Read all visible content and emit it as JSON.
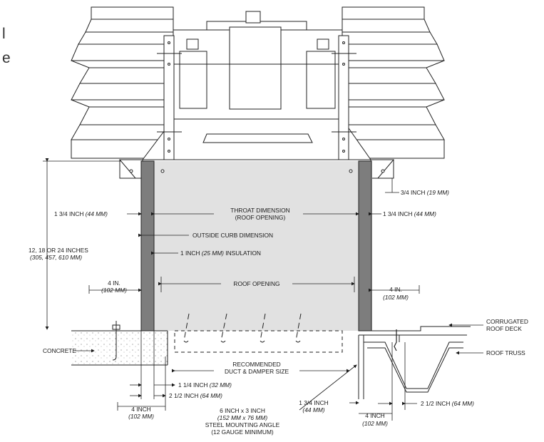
{
  "edge_text": [
    "l",
    "e"
  ],
  "labels": {
    "throat_a": "THROAT DIMENSION",
    "throat_b": "(ROOF OPENING)",
    "outside_curb": "OUTSIDE CURB DIMENSION",
    "insulation_a": "1 INCH ",
    "insulation_b": "(25 MM)",
    "insulation_c": " INSULATION",
    "roof_opening": "ROOF OPENING",
    "left_1_34_a": "1 3/4 INCH ",
    "left_1_34_b": "(44 MM)",
    "right_1_34_a": "1 3/4 INCH ",
    "right_1_34_b": "(44 MM)",
    "right_3_4_a": "3/4 INCH ",
    "right_3_4_b": "(19 MM)",
    "height_a": "12, 18 OR 24 INCHES",
    "height_b": "(305, 457, 610 MM)",
    "left_4in_a": "4 IN.",
    "left_4in_b": "(102 MM)",
    "right_4in_a": "4 IN.",
    "right_4in_b": "(102 MM)",
    "concrete": "CONCRETE",
    "corrugated_a": "CORRUGATED",
    "corrugated_b": "ROOF DECK",
    "truss": "ROOF TRUSS",
    "recommended_a": "RECOMMENDED",
    "recommended_b": "DUCT & DAMPER SIZE",
    "one_14_a": "1 1/4 INCH ",
    "one_14_b": "(32 MM)",
    "two_12_left_a": "2 1/2 INCH ",
    "two_12_left_b": "(64 MM)",
    "bottom_4inch_a": "4 INCH",
    "bottom_4inch_b": "(102 MM)",
    "angle_a": "6 INCH x  3 INCH",
    "angle_b": "(152 MM x 76 MM)",
    "angle_c": "STEEL MOUNTING ANGLE",
    "angle_d": "(12 GAUGE MINIMUM)",
    "bottom_1_34_a": "1 3/4 INCH",
    "bottom_1_34_b": "(44 MM)",
    "bottom_4inch_r_a": "4 INCH",
    "bottom_4inch_r_b": "(102 MM)",
    "two_12_right_a": "2 1/2 INCH ",
    "two_12_right_b": "(64 MM)"
  }
}
